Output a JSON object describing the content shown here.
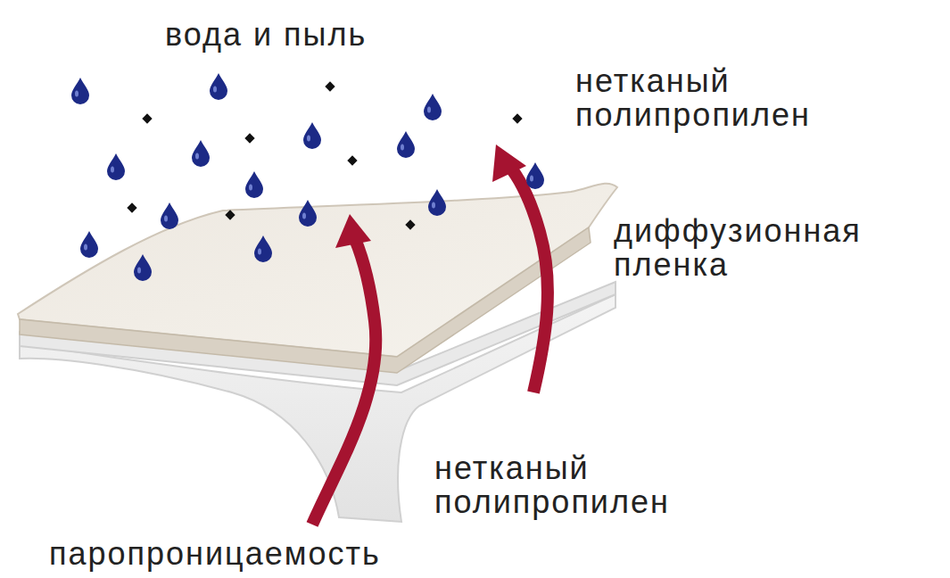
{
  "diagram": {
    "labels": [
      "вода и пыль",
      "нетканый полипропилен",
      "диффузионная пленка",
      "нетканый полипропилен",
      "паропроницаемость"
    ]
  }
}
